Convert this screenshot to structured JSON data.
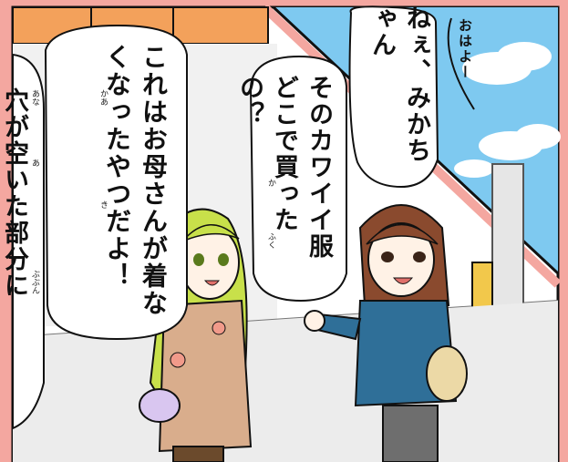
{
  "speech": {
    "right_bubble": "ねぇ、みかちゃん",
    "middle_bubble": "そのカワイイ服どこで買ったの？",
    "left_bubble": "これはお母さんが着なくなったやつだよ！",
    "edge_bubble": "穴が空いた部分に",
    "sky_text": "おはよー"
  },
  "furigana": {
    "fuku": "ふく",
    "ka": "か",
    "kaa": "かあ",
    "ki": "き",
    "ana": "あな",
    "a": "あ",
    "bubun": "ぶぶん"
  },
  "colors": {
    "border": "#f4a7a0",
    "sky": "#7ec9f0",
    "awning": "#f3a15b",
    "girl_hair": "#c8e04a",
    "coat": "#d9ad8c",
    "jacket": "#2f6f98",
    "brown_hair": "#8a4a2e"
  }
}
